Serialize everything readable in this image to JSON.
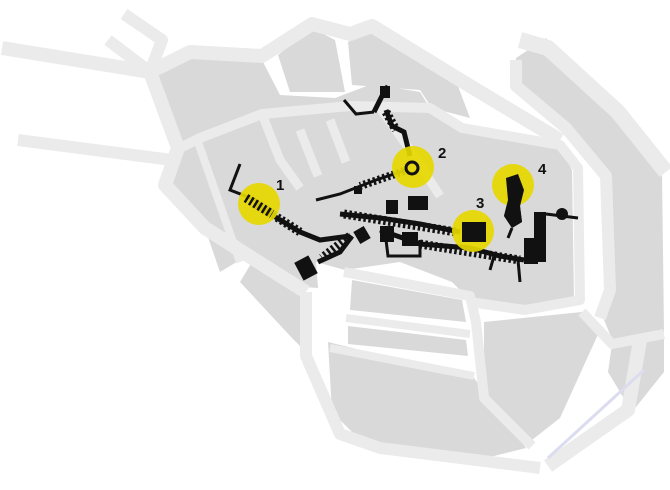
{
  "map": {
    "colors": {
      "background": "#ffffff",
      "road": "#ebebeb",
      "block": "#d9d9d9",
      "tunnel": "#111111",
      "marker": "#e6d800",
      "water_edge": "#dcdcf0"
    },
    "markers": [
      {
        "label": "1"
      },
      {
        "label": "2"
      },
      {
        "label": "3"
      },
      {
        "label": "4"
      }
    ]
  }
}
